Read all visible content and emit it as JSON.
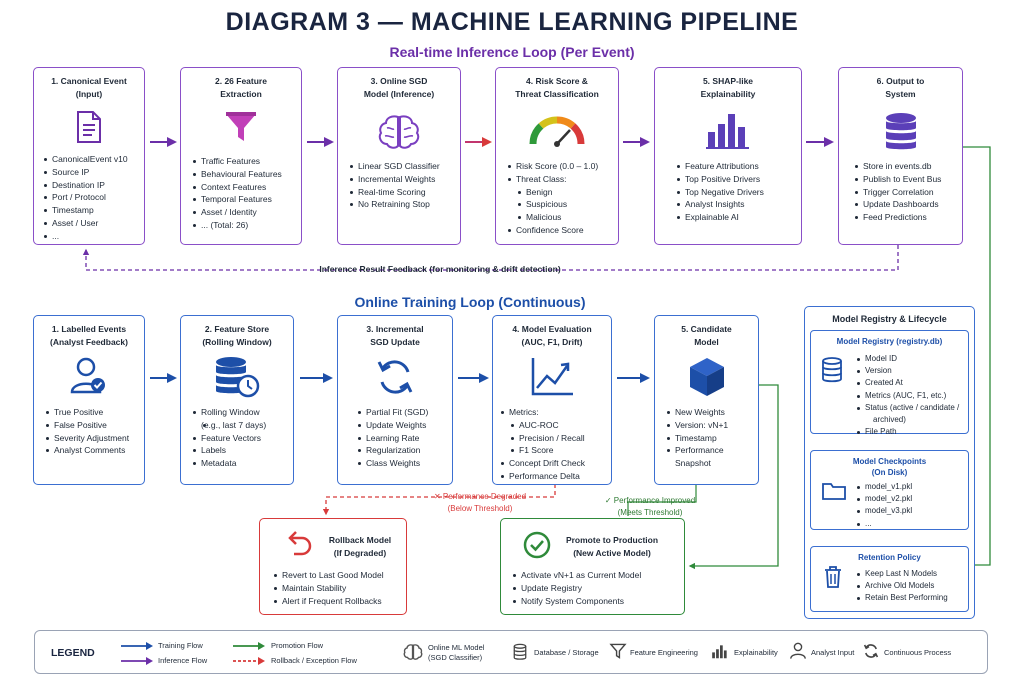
{
  "title": "DIAGRAM 3 — MACHINE LEARNING PIPELINE",
  "inference": {
    "heading": "Real-time Inference Loop (Per Event)",
    "boxes": [
      {
        "title1": "1. Canonical Event",
        "title2": "(Input)",
        "icon": "document-icon",
        "items": [
          "CanonicalEvent v10",
          "Source IP",
          "Destination IP",
          "Port / Protocol",
          "Timestamp",
          "Asset / User",
          "..."
        ]
      },
      {
        "title1": "2. 26 Feature",
        "title2": "Extraction",
        "icon": "funnel-icon",
        "items": [
          "Traffic Features",
          "Behavioural Features",
          "Context Features",
          "Temporal Features",
          "Asset / Identity",
          "... (Total: 26)"
        ]
      },
      {
        "title1": "3. Online SGD",
        "title2": "Model (Inference)",
        "icon": "brain-icon",
        "items": [
          "Linear SGD Classifier",
          "Incremental Weights",
          "Real-time Scoring",
          "No Retraining Stop"
        ]
      },
      {
        "title1": "4. Risk Score &",
        "title2": "Threat Classification",
        "icon": "gauge-icon",
        "items": [
          "Risk Score (0.0 – 1.0)",
          "Threat Class:",
          "Benign",
          "Suspicious",
          "Malicious",
          "Confidence Score"
        ]
      },
      {
        "title1": "5. SHAP-like",
        "title2": "Explainability",
        "icon": "bar-chart-icon",
        "items": [
          "Feature Attributions",
          "Top Positive Drivers",
          "Top Negative Drivers",
          "Analyst Insights",
          "Explainable AI"
        ]
      },
      {
        "title1": "6. Output to",
        "title2": "System",
        "icon": "database-icon",
        "items": [
          "Store in events.db",
          "Publish to Event Bus",
          "Trigger Correlation",
          "Update Dashboards",
          "Feed Predictions"
        ]
      }
    ],
    "feedback": "Inference Result Feedback (for monitoring & drift detection)"
  },
  "training": {
    "heading": "Online Training Loop (Continuous)",
    "boxes": [
      {
        "title1": "1. Labelled Events",
        "title2": "(Analyst Feedback)",
        "icon": "analyst-icon",
        "items": [
          "True Positive",
          "False Positive",
          "Severity Adjustment",
          "Analyst Comments"
        ]
      },
      {
        "title1": "2. Feature Store",
        "title2": "(Rolling Window)",
        "icon": "database-clock-icon",
        "items": [
          "Rolling Window",
          "(e.g., last 7 days)",
          "Feature Vectors",
          "Labels",
          "Metadata"
        ]
      },
      {
        "title1": "3. Incremental",
        "title2": "SGD Update",
        "icon": "refresh-icon",
        "items": [
          "Partial Fit (SGD)",
          "Update Weights",
          "Learning Rate",
          "Regularization",
          "Class Weights"
        ]
      },
      {
        "title1": "4. Model Evaluation",
        "title2": "(AUC, F1, Drift)",
        "icon": "line-chart-icon",
        "items": [
          "Metrics:",
          "AUC-ROC",
          "Precision / Recall",
          "F1 Score",
          "Concept Drift Check",
          "Performance Delta"
        ]
      },
      {
        "title1": "5. Candidate",
        "title2": "Model",
        "icon": "cube-icon",
        "items": [
          "New Weights",
          "Version: vN+1",
          "Timestamp",
          "Performance",
          "Snapshot"
        ]
      }
    ],
    "degraded": {
      "line1": "✕ Performance Degraded",
      "line2": "(Below Threshold)"
    },
    "improved": {
      "line1": "✓ Performance Improved",
      "line2": "(Meets Threshold)"
    },
    "rollback": {
      "title1": "Rollback Model",
      "title2": "(If Degraded)",
      "icon": "undo-icon",
      "items": [
        "Revert to Last Good Model",
        "Maintain Stability",
        "Alert if Frequent Rollbacks"
      ]
    },
    "promote": {
      "title1": "Promote to Production",
      "title2": "(New Active Model)",
      "icon": "check-circle-icon",
      "items": [
        "Activate vN+1 as Current Model",
        "Update Registry",
        "Notify System Components"
      ]
    }
  },
  "registry": {
    "title": "Model Registry & Lifecycle",
    "db": {
      "title": "Model Registry (registry.db)",
      "items": [
        "Model ID",
        "Version",
        "Created At",
        "Metrics (AUC, F1, etc.)",
        "Status (active / candidate /",
        "archived)",
        "File Path"
      ]
    },
    "checkpoints": {
      "title1": "Model Checkpoints",
      "title2": "(On Disk)",
      "items": [
        "model_v1.pkl",
        "model_v2.pkl",
        "model_v3.pkl",
        "..."
      ]
    },
    "retention": {
      "title": "Retention Policy",
      "items": [
        "Keep Last N Models",
        "Archive Old Models",
        "Retain Best Performing"
      ]
    }
  },
  "legend": {
    "title": "LEGEND",
    "training_flow": "Training Flow",
    "inference_flow": "Inference Flow",
    "promotion_flow": "Promotion Flow",
    "rollback_flow": "Rollback / Exception Flow",
    "online_model1": "Online ML Model",
    "online_model2": "(SGD Classifier)",
    "database": "Database / Storage",
    "feature_eng": "Feature Engineering",
    "explainability": "Explainability",
    "analyst": "Analyst Input",
    "continuous": "Continuous Process"
  },
  "colors": {
    "purple": "#8a4fc8",
    "blue": "#3b6fd1",
    "green": "#2f8a3a",
    "red": "#d83a3a",
    "navy": "#1a2540"
  }
}
